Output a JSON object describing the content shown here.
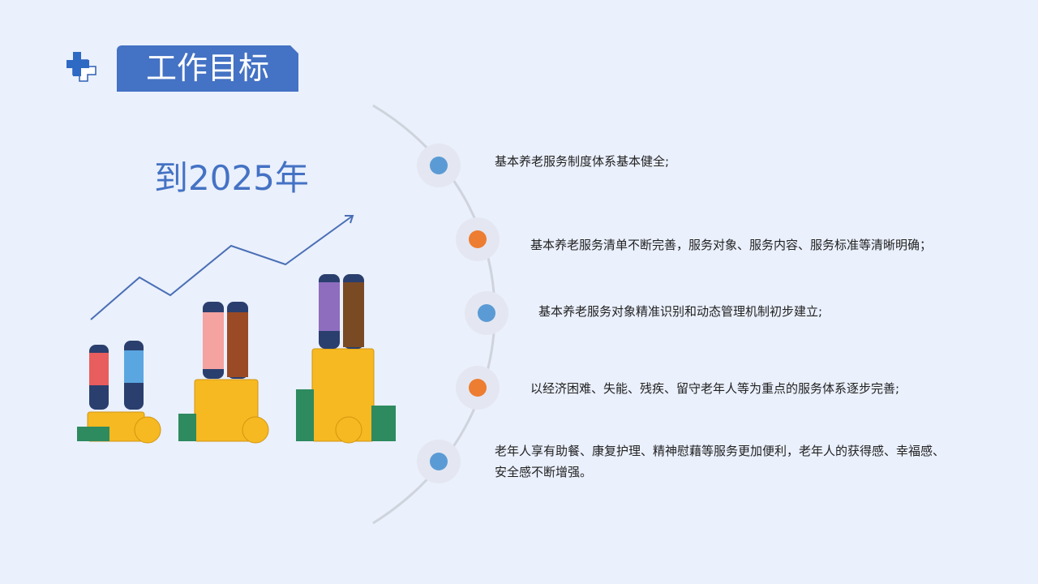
{
  "header": {
    "title": "工作目标"
  },
  "main": {
    "year": "到2025年",
    "goals": [
      {
        "text": "基本养老服务制度体系基本健全;",
        "color": "#5b9bd5"
      },
      {
        "text": "基本养老服务清单不断完善，服务对象、服务内容、服务标准等清晰明确；",
        "color": "#ed7d31"
      },
      {
        "text": "基本养老服务对象精准识别和动态管理机制初步建立;",
        "color": "#5b9bd5"
      },
      {
        "text": "以经济困难、失能、残疾、留守老年人等为重点的服务体系逐步完善;",
        "color": "#ed7d31"
      },
      {
        "text": "老年人享有助餐、康复护理、精神慰藉等服务更加便利，老年人的获得感、幸福感、安全感不断增强。",
        "color": "#5b9bd5"
      }
    ]
  },
  "icons": {
    "logo": "medical-cross-icon"
  }
}
